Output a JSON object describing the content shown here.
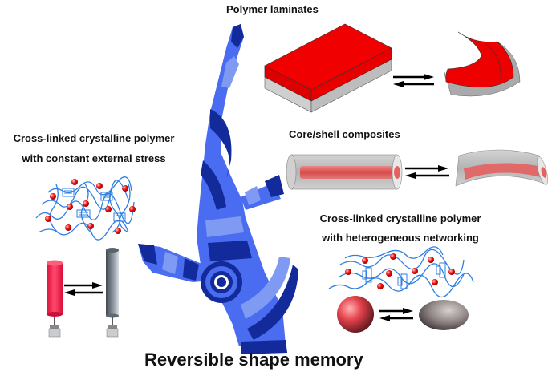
{
  "labels": {
    "polymer_laminates": "Polymer laminates",
    "core_shell": "Core/shell composites",
    "stress_line1": "Cross-linked crystalline polymer",
    "stress_line2": "with constant external stress",
    "hetero_line1": "Cross-linked crystalline polymer",
    "hetero_line2": "with heterogeneous networking",
    "title": "Reversible shape memory"
  },
  "colors": {
    "dark_blue": "#132a9a",
    "mid_blue": "#4a6cf0",
    "light_blue": "#7f9af2",
    "red": "#ee0000",
    "grey": "#c8c8c8",
    "chain_blue": "#2f7fe0"
  }
}
